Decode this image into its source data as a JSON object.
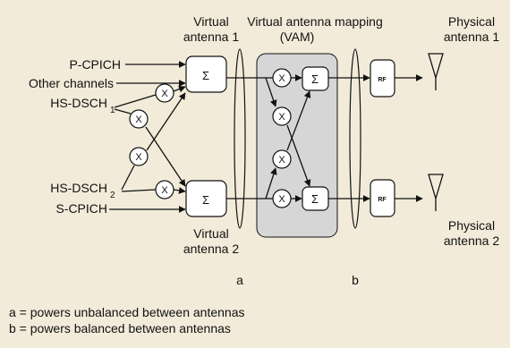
{
  "labels": {
    "virtual_antenna_1": [
      "Virtual",
      "antenna 1"
    ],
    "virtual_antenna_2": [
      "Virtual",
      "antenna 2"
    ],
    "vam_title": [
      "Virtual antenna mapping",
      "(VAM)"
    ],
    "physical_antenna_1": [
      "Physical",
      "antenna 1"
    ],
    "physical_antenna_2": [
      "Physical",
      "antenna 2"
    ]
  },
  "inputs": {
    "pcpich": "P-CPICH",
    "other": "Other channels",
    "hsdsch1": "HS-DSCH",
    "hsdsch1_sub": "1",
    "hsdsch2": "HS-DSCH",
    "hsdsch2_sub": "2",
    "scpich": "S-CPICH"
  },
  "symbols": {
    "multiply": "X",
    "sum": "Σ",
    "rf": "RF"
  },
  "ellipse_labels": {
    "a": "a",
    "b": "b"
  },
  "notes": [
    "a = powers unbalanced between antennas",
    "b = powers balanced between antennas"
  ],
  "colors": {
    "background": "#f2ebd9",
    "vam_fill": "#d6d6d6",
    "box_fill": "#ffffff",
    "stroke": "#111111"
  }
}
